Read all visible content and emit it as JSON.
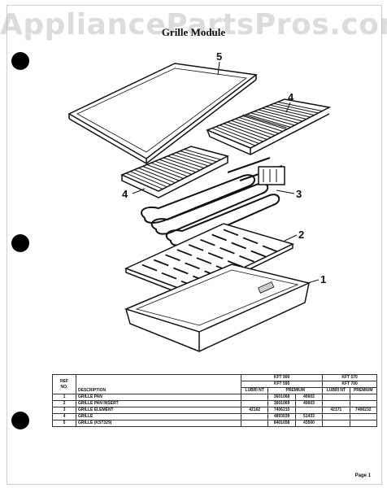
{
  "watermark": "AppliancePartsPros.com",
  "title": "Grille Module",
  "callouts": [
    "5",
    "4",
    "4",
    "3",
    "2",
    "1"
  ],
  "table": {
    "header": {
      "ref_line1": "REF",
      "ref_line2": "NO.",
      "description": "DESCRIPTION",
      "group_a_line1": "KFT 900",
      "group_a_line2": "KFT 595",
      "group_b_line1": "KFT 570",
      "group_b_line2": "KFT 700",
      "sub": [
        "LUBRI NT",
        "PREMIUM",
        "LUBRI NT",
        "PREMIUM"
      ]
    },
    "rows": [
      {
        "no": "1",
        "desc": "GRILLE PAN",
        "v": [
          "",
          "3601068",
          "40602",
          "",
          ""
        ]
      },
      {
        "no": "2",
        "desc": "GRILLE PAN INSERT",
        "v": [
          "",
          "3601069",
          "40603",
          "",
          ""
        ]
      },
      {
        "no": "3",
        "desc": "GRILLE ELEMENT",
        "v": [
          "42162",
          "7406215",
          "",
          "42171",
          "7406232"
        ]
      },
      {
        "no": "4",
        "desc": "GRILLE",
        "v": [
          "",
          "4893039",
          "51433",
          "",
          ""
        ]
      },
      {
        "no": "5",
        "desc": "GRILLE (KST329)",
        "v": [
          "",
          "8401658",
          "43500",
          "",
          ""
        ]
      }
    ]
  },
  "page_label": "Page 1"
}
